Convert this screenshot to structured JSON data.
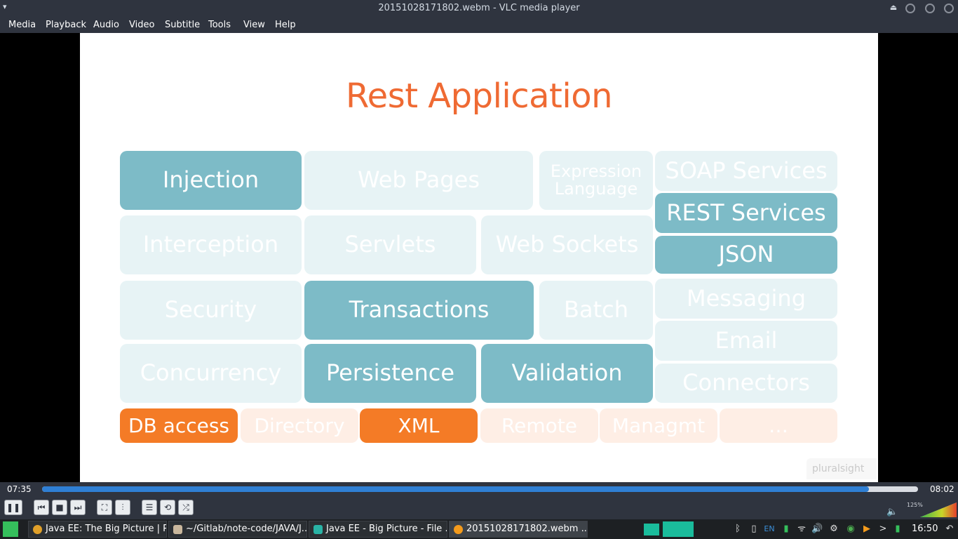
{
  "window": {
    "title": "20151028171802.webm - VLC media player"
  },
  "menu": {
    "items": [
      "Media",
      "Playback",
      "Audio",
      "Video",
      "Subtitle",
      "Tools",
      "View",
      "Help"
    ]
  },
  "slide": {
    "title": "Rest Application",
    "tiles": {
      "injection": "Injection",
      "web_pages": "Web Pages",
      "expression_language": "Expression Language",
      "soap_services": "SOAP Services",
      "rest_services": "REST Services",
      "interception": "Interception",
      "servlets": "Servlets",
      "web_sockets": "Web Sockets",
      "json": "JSON",
      "security": "Security",
      "transactions": "Transactions",
      "batch": "Batch",
      "messaging": "Messaging",
      "email": "Email",
      "concurrency": "Concurrency",
      "persistence": "Persistence",
      "validation": "Validation",
      "connectors": "Connectors",
      "db_access": "DB access",
      "directory": "Directory",
      "xml": "XML",
      "remote": "Remote",
      "managmt": "Managmt",
      "more": "…"
    },
    "watermark": "pluralsight"
  },
  "playback": {
    "elapsed": "07:35",
    "total": "08:02",
    "progress_fraction": 0.944
  },
  "volume": {
    "label": "125%",
    "level_percent": 125
  },
  "taskbar": {
    "tasks": [
      "Java EE: The Big Picture | P...",
      "~/Gitlab/note-code/JAVA/J...",
      "Java EE - Big Picture - File ...",
      "20151028171802.webm ..."
    ],
    "keyboard_layout": "EN",
    "clock": "16:50"
  },
  "colors": {
    "accent_orange": "#ef6a33",
    "tile_teal": "#7dbbc7",
    "tile_orange": "#f47b26",
    "seek_blue": "#2f7fd4"
  }
}
